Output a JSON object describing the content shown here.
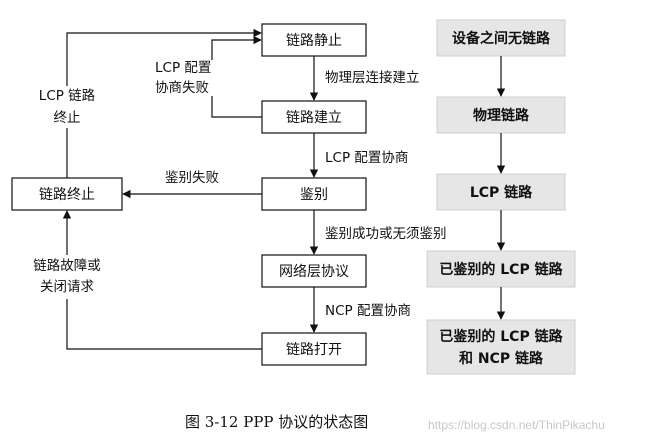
{
  "diagram": {
    "left_nodes": {
      "link_dead": "链路静止",
      "link_establish": "链路建立",
      "authenticate": "鉴别",
      "network_protocol": "网络层协议",
      "link_open": "链路打开",
      "link_terminate": "链路终止"
    },
    "edge_labels": {
      "physical_up": "物理层连接建立",
      "lcp_negotiate": "LCP 配置协商",
      "auth_ok": "鉴别成功或无须鉴别",
      "ncp_negotiate": "NCP 配置协商",
      "auth_fail": "鉴别失败",
      "lcp_fail_1": "LCP 配置",
      "lcp_fail_2": "协商失败",
      "lcp_term_1": "LCP 链路",
      "lcp_term_2": "终止",
      "fault_1": "链路故障或",
      "fault_2": "关闭请求"
    },
    "right_nodes": {
      "no_link": "设备之间无链路",
      "physical_link": "物理链路",
      "lcp_link": "LCP 链路",
      "auth_lcp_link": "已鉴别的 LCP 链路",
      "auth_lcp_ncp_1": "已鉴别的 LCP 链路",
      "auth_lcp_ncp_2": "和 NCP 链路"
    }
  },
  "caption": "图 3-12    PPP 协议的状态图",
  "watermark": "https://blog.csdn.net/ThinPikachu",
  "colors": {
    "right_box_fill": "#e6e6e6",
    "right_box_stroke": "#cfcfcf",
    "line": "#111111"
  }
}
